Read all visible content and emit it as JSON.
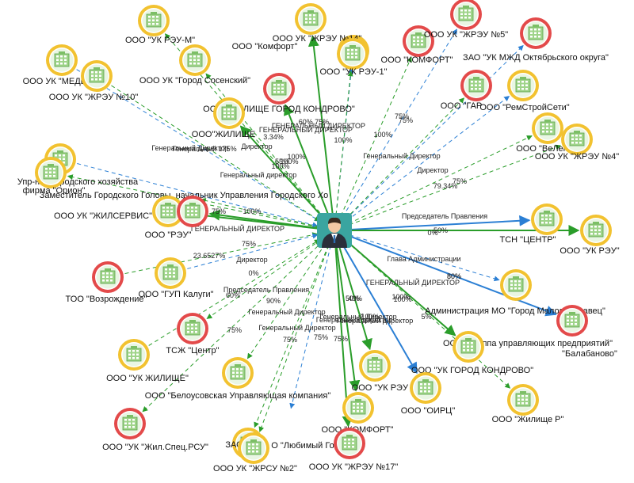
{
  "colors": {
    "ownership": "#2a9d2a",
    "management": "#2b7fd4",
    "node_ring_red": "#e34a4a",
    "node_ring_yellow": "#f2c230",
    "node_fill": "#9fd48a",
    "hub_fill": "#3aa5a0"
  },
  "hub": {
    "icon": "person-icon",
    "label": ""
  },
  "nodes": [
    {
      "id": "n1",
      "label": "ООО \"УК РЭУ-М\"",
      "ring": "yellow"
    },
    {
      "id": "n2",
      "label": "ООО \"Комфорт\"",
      "ring": "yellow"
    },
    {
      "id": "n3",
      "label": "ООО УК \"ЖРЭУ №14\"",
      "ring": "yellow"
    },
    {
      "id": "n4",
      "label": "ООО \"УК РЭУ-1\"",
      "ring": "yellow"
    },
    {
      "id": "n5",
      "label": "ООО \"КОМФОРТ\"",
      "ring": "red"
    },
    {
      "id": "n6",
      "label": "ООО УК \"ЖРЭУ №5\"",
      "ring": "red"
    },
    {
      "id": "n7",
      "label": "ЗАО \"УК МЖД Октябрьского округа\"",
      "ring": "red"
    },
    {
      "id": "n8",
      "label": "ООО УК \"МЕДЫ",
      "ring": "yellow"
    },
    {
      "id": "n9",
      "label": "ООО УК \"ЖРЭУ №10\"",
      "ring": "yellow"
    },
    {
      "id": "n10",
      "label": "ООО УК \"Город Сосенский\"",
      "ring": "yellow"
    },
    {
      "id": "n11",
      "label": "ООО \"ЖИЛИЩЕ ГОРОД КОНДРОВО\"",
      "ring": "red"
    },
    {
      "id": "n12",
      "label": "ООО \"ГАР",
      "ring": "red"
    },
    {
      "id": "n13",
      "label": "ООО \"РемСтройСети\"",
      "ring": "yellow"
    },
    {
      "id": "n14",
      "label": "ООО\"ЖИЛИЩЕ",
      "ring": "yellow"
    },
    {
      "id": "n15",
      "label": "ООО \"ВеЛен",
      "ring": "yellow"
    },
    {
      "id": "n16",
      "label": "ООО УК \"ЖРЭУ №4\"",
      "ring": "yellow"
    },
    {
      "id": "n17",
      "label": "Упр-ние городского хозяйства",
      "ring": "yellow"
    },
    {
      "id": "n18",
      "label": "фирма \"Орион\"",
      "ring": "yellow"
    },
    {
      "id": "n19",
      "label": "Заместитель Городского Головы, начальник Управления Городского Хо",
      "ring": "none"
    },
    {
      "id": "n20",
      "label": "ООО УК \"ЖИЛСЕРВИС\"",
      "ring": "yellow"
    },
    {
      "id": "n21",
      "label": "ООО \"РЭУ\"",
      "ring": "red"
    },
    {
      "id": "n22",
      "label": "ТСН \"ЦЕНТР\"",
      "ring": "yellow"
    },
    {
      "id": "n23",
      "label": "ООО \"УК РЭУ\"",
      "ring": "yellow"
    },
    {
      "id": "n24",
      "label": "ТОО \"Возрождение\"",
      "ring": "red"
    },
    {
      "id": "n25",
      "label": "ООО \"ГУП Калуги\"",
      "ring": "yellow"
    },
    {
      "id": "n26",
      "label": "Администрация МО \"Город Малоярославец\"",
      "ring": "yellow"
    },
    {
      "id": "n27",
      "label": "ООО \"Группа управляющих предприятий\"",
      "ring": "red"
    },
    {
      "id": "n28",
      "label": "\"Балабаново\"",
      "ring": "none"
    },
    {
      "id": "n29",
      "label": "ТСЖ \"Центр\"",
      "ring": "red"
    },
    {
      "id": "n30",
      "label": "ООО \"УК ЖИЛИЩЕ\"",
      "ring": "yellow"
    },
    {
      "id": "n31",
      "label": "ООО \"Белоусовская Управляющая компания\"",
      "ring": "yellow"
    },
    {
      "id": "n32",
      "label": "ООО \"УК РЭУ +\"",
      "ring": "yellow"
    },
    {
      "id": "n33",
      "label": "ООО \"УК ГОРОД КОНДРОВО\"",
      "ring": "yellow"
    },
    {
      "id": "n34",
      "label": "ООО \"ОИРЦ\"",
      "ring": "yellow"
    },
    {
      "id": "n35",
      "label": "ООО \"Жилище Р\"",
      "ring": "yellow"
    },
    {
      "id": "n36",
      "label": "ООО \"УК \"Жил.Спец.РСУ\"",
      "ring": "red"
    },
    {
      "id": "n37",
      "label": "ЗАО \"",
      "ring": "yellow"
    },
    {
      "id": "n38",
      "label": "О \"Любимый Го",
      "ring": "none"
    },
    {
      "id": "n39",
      "label": "ООО \"КОМФОРТ\"",
      "ring": "yellow"
    },
    {
      "id": "n40",
      "label": "ООО УК \"ЖРСУ №2\"",
      "ring": "yellow"
    },
    {
      "id": "n41",
      "label": "ООО УК \"ЖРЭУ №17\"",
      "ring": "red"
    }
  ],
  "edges": [
    {
      "to": "n1",
      "kind": "ownership",
      "style": "dashed",
      "label": ""
    },
    {
      "to": "n2",
      "kind": "ownership",
      "style": "solid",
      "label": ""
    },
    {
      "to": "n3",
      "kind": "management",
      "style": "dashed",
      "label": ""
    },
    {
      "to": "n4",
      "kind": "ownership",
      "style": "dashed",
      "label": ""
    },
    {
      "to": "n5",
      "kind": "ownership",
      "style": "dashed",
      "label": "75%"
    },
    {
      "to": "n6",
      "kind": "management",
      "style": "dashed",
      "label": ""
    },
    {
      "to": "n7",
      "kind": "management",
      "style": "dashed",
      "label": ""
    },
    {
      "to": "n8",
      "kind": "management",
      "style": "dashed",
      "label": ""
    },
    {
      "to": "n9",
      "kind": "ownership",
      "style": "dashed",
      "label": ""
    },
    {
      "to": "n10",
      "kind": "ownership",
      "style": "dashed",
      "label": "Генеральный Директор"
    },
    {
      "to": "n11",
      "kind": "ownership",
      "style": "solid",
      "label": "ГЕНЕРАЛЬНЫЙ ДИРЕКТОР"
    },
    {
      "to": "n12",
      "kind": "ownership",
      "style": "dashed",
      "label": "Генеральный Директор"
    },
    {
      "to": "n13",
      "kind": "management",
      "style": "dashed",
      "label": "Директор"
    },
    {
      "to": "n14",
      "kind": "ownership",
      "style": "solid",
      "label": "Директор"
    },
    {
      "to": "n15",
      "kind": "ownership",
      "style": "dashed",
      "label": "79.34%"
    },
    {
      "to": "n16",
      "kind": "ownership",
      "style": "dashed",
      "label": "75%"
    },
    {
      "to": "n17",
      "kind": "management",
      "style": "dashed",
      "label": ""
    },
    {
      "to": "n18",
      "kind": "ownership",
      "style": "dashed",
      "label": ""
    },
    {
      "to": "n19",
      "kind": "ownership",
      "style": "dashed",
      "label": "Генеральный директор"
    },
    {
      "to": "n20",
      "kind": "ownership",
      "style": "solid",
      "label": "100%"
    },
    {
      "to": "n21",
      "kind": "ownership",
      "style": "solid",
      "label": "ГЕНЕРАЛЬНЫЙ ДИРЕКТОР"
    },
    {
      "to": "n22",
      "kind": "management",
      "style": "solid",
      "label": "Председатель Правления"
    },
    {
      "to": "n23",
      "kind": "ownership",
      "style": "solid",
      "label": "50%"
    },
    {
      "to": "n24",
      "kind": "ownership",
      "style": "dashed",
      "label": "23.6527%"
    },
    {
      "to": "n25",
      "kind": "management",
      "style": "dashed",
      "label": "Директор"
    },
    {
      "to": "n26",
      "kind": "management",
      "style": "dashed",
      "label": "Глава Администрации"
    },
    {
      "to": "n27",
      "kind": "management",
      "style": "solid",
      "label": "ГЕНЕРАЛЬНЫЙ ДИРЕКТОР"
    },
    {
      "to": "n29",
      "kind": "ownership",
      "style": "dashed",
      "label": "Председатель Правления"
    },
    {
      "to": "n30",
      "kind": "ownership",
      "style": "dashed",
      "label": "60%"
    },
    {
      "to": "n31",
      "kind": "ownership",
      "style": "dashed",
      "label": "Генеральный Директор"
    },
    {
      "to": "n32",
      "kind": "ownership",
      "style": "solid",
      "label": "50%"
    },
    {
      "to": "n33",
      "kind": "ownership",
      "style": "solid",
      "label": "100%"
    },
    {
      "to": "n34",
      "kind": "management",
      "style": "solid",
      "label": "Генеральный директор"
    },
    {
      "to": "n35",
      "kind": "ownership",
      "style": "dashed",
      "label": "80%"
    },
    {
      "to": "n36",
      "kind": "ownership",
      "style": "dashed",
      "label": "75%"
    },
    {
      "to": "n37",
      "kind": "ownership",
      "style": "dashed",
      "label": "90%"
    },
    {
      "to": "n38",
      "kind": "management",
      "style": "dashed",
      "label": "Генеральный Директор"
    },
    {
      "to": "n39",
      "kind": "ownership",
      "style": "solid",
      "label": "75%"
    },
    {
      "to": "n40",
      "kind": "ownership",
      "style": "dashed",
      "label": "75%"
    },
    {
      "to": "n41",
      "kind": "ownership",
      "style": "solid",
      "label": "Генеральный Директор"
    }
  ],
  "floating_labels": [
    "60% 75%",
    "ГЕНЕРАЛЬНЫЙ ДИРЕКТОР",
    "100%",
    "3.34%",
    "100%",
    "100%",
    "Генеральный 175%",
    "55%",
    "100%",
    "100%",
    "75%",
    "15%",
    "75%",
    "75%",
    "0%",
    "0%",
    "100%",
    "100%",
    "40%",
    "80%",
    "5%",
    "Генеральный директор",
    "75%"
  ]
}
